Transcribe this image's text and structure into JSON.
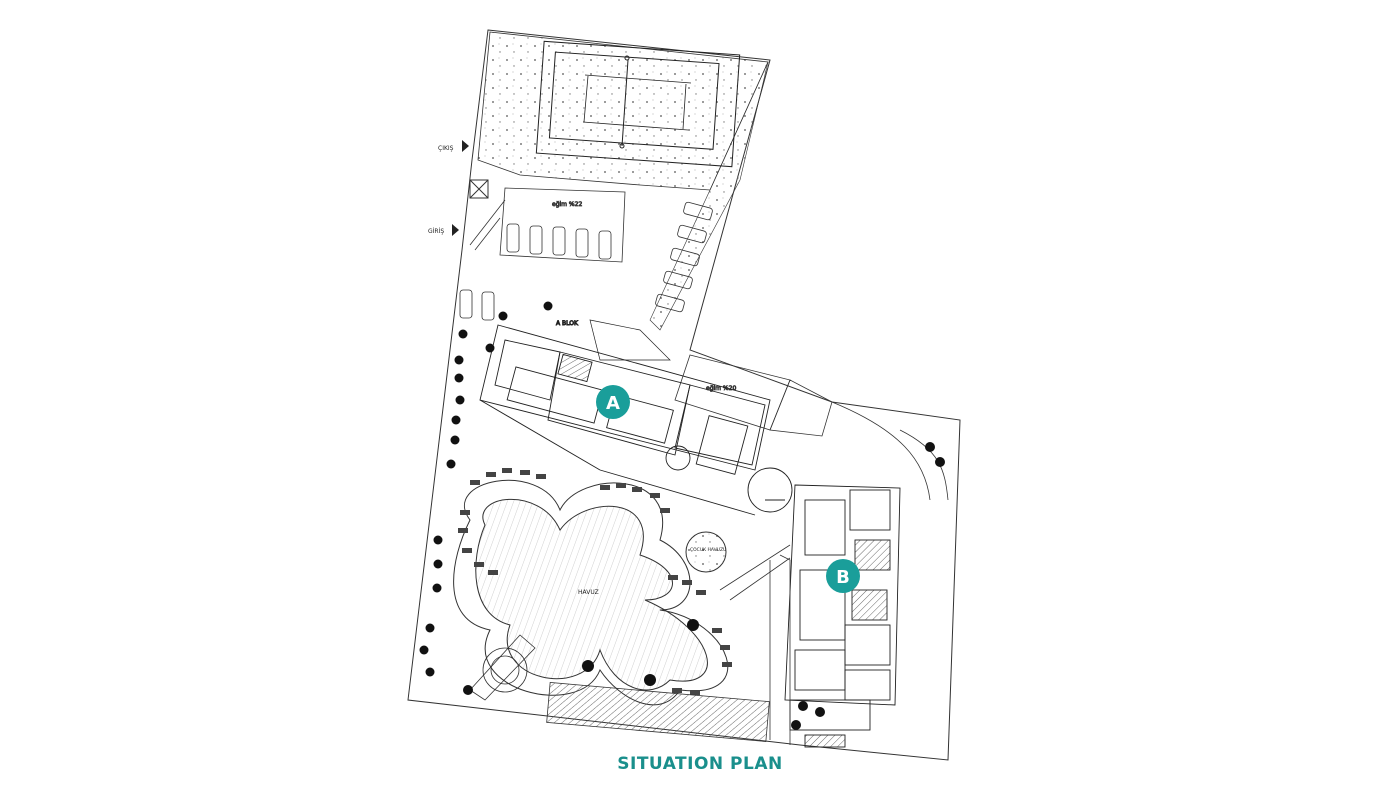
{
  "caption": "SITUATION PLAN",
  "labels": {
    "exit": "ÇIKIŞ",
    "entrance": "GİRİŞ",
    "ramp_top": "eğim %22",
    "ramp_mid": "eğim %20",
    "block_marker": "A BLOK",
    "pool": "HAVUZ",
    "kids_pool": "ÇOCUK HAVUZU"
  },
  "blocks": [
    {
      "letter": "A"
    },
    {
      "letter": "B"
    }
  ],
  "colors": {
    "accent": "#1a9e9a",
    "line": "#2a2a2a",
    "tree": "#111111"
  }
}
